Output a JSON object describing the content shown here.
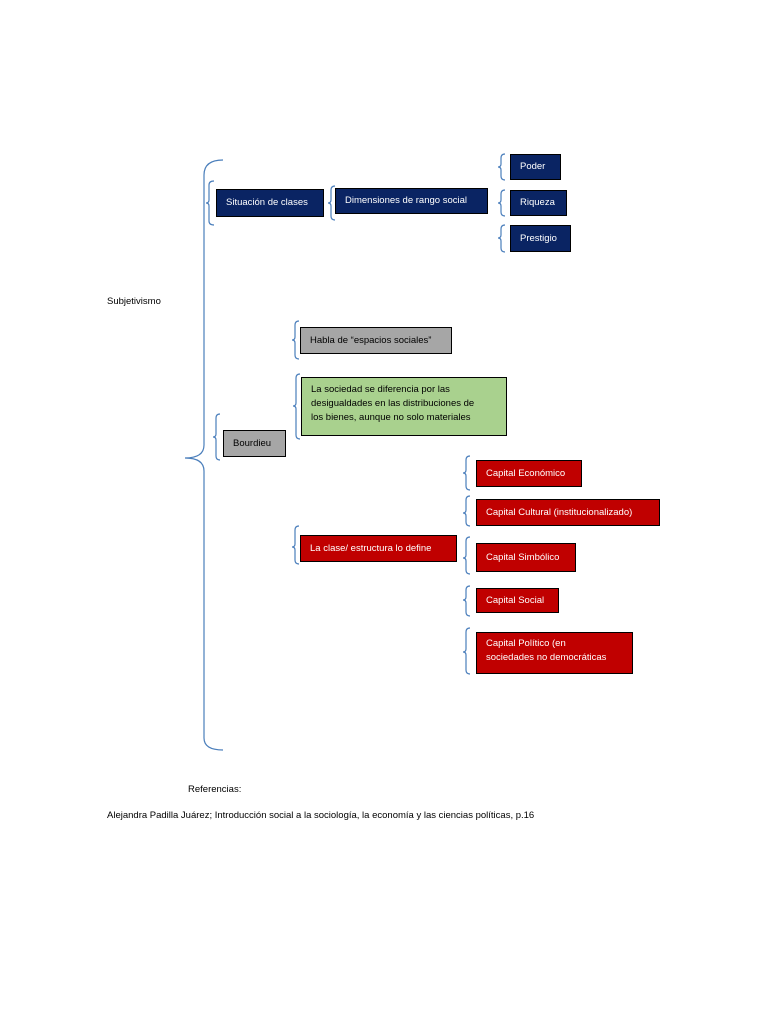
{
  "root": {
    "label": "Subjetivismo"
  },
  "situacion": {
    "label": "Situación de clases",
    "dimensiones": "Dimensiones de rango social",
    "items": [
      "Poder",
      "Riqueza",
      "Prestigio"
    ]
  },
  "bourdieu": {
    "label": "Bourdieu",
    "habla": "Habla de “espacios sociales”",
    "sociedad_lines": [
      "La sociedad se diferencia por las",
      "desigualdades en las distribuciones de",
      "los bienes, aunque no solo materiales"
    ],
    "clase": "La clase/ estructura lo define",
    "capitales": [
      "Capital Económico",
      "Capital Cultural (institucionalizado)",
      "Capital Simbólico",
      "Capital Social"
    ],
    "capital_politico_lines": [
      "Capital Político (en",
      "sociedades no democráticas"
    ]
  },
  "references": {
    "heading": "Referencias:",
    "citation": "Alejandra Padilla Juárez; Introducción social a la sociología, la economía y las ciencias políticas, p.16"
  },
  "colors": {
    "navy": "#0a2463",
    "gray": "#a6a6a6",
    "green": "#a9d18e",
    "red": "#c00000",
    "bracket": "#4a7ebb"
  }
}
